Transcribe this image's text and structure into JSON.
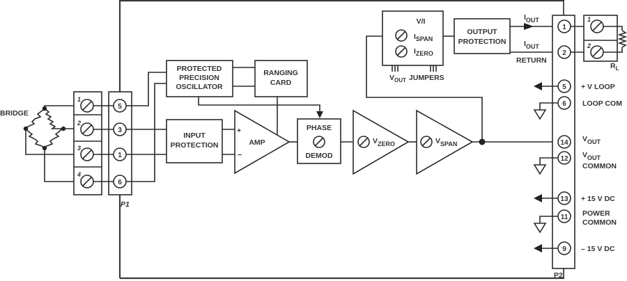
{
  "diagram": {
    "type": "block-diagram",
    "bridge_label": "BRIDGE",
    "p1": {
      "label": "P1",
      "terminal_block_numbers": [
        "1",
        "2",
        "3",
        "4"
      ],
      "pins": [
        "5",
        "3",
        "1",
        "6"
      ]
    },
    "blocks": {
      "oscillator": [
        "PROTECTED",
        "PRECISION",
        "OSCILLATOR"
      ],
      "ranging_card": [
        "RANGING",
        "CARD"
      ],
      "input_protection": [
        "INPUT",
        "PROTECTION"
      ],
      "amp": "AMP",
      "amp_plus": "+",
      "amp_minus": "−",
      "phase_demod": [
        "PHASE",
        "DEMOD"
      ],
      "vzero": {
        "main": "V",
        "sub": "ZERO"
      },
      "vspan": {
        "main": "V",
        "sub": "SPAN"
      },
      "vi": {
        "title": "V/I",
        "ispan": {
          "main": "I",
          "sub": "SPAN"
        },
        "izero": {
          "main": "I",
          "sub": "ZERO"
        }
      },
      "output_protection": [
        "OUTPUT",
        "PROTECTION"
      ],
      "jumpers": {
        "vout_main": "V",
        "vout_sub": "OUT",
        "label": "JUMPERS"
      }
    },
    "iout": {
      "main": "I",
      "sub": "OUT"
    },
    "iout_return": {
      "main": "I",
      "sub": "OUT",
      "label2": "RETURN"
    },
    "load": {
      "terminal_numbers": [
        "1",
        "2"
      ],
      "rl_main": "R",
      "rl_sub": "L"
    },
    "p2": {
      "label": "P2",
      "pins": [
        {
          "num": "1",
          "label": ""
        },
        {
          "num": "2",
          "label": ""
        },
        {
          "num": "5",
          "label": "+ V LOOP"
        },
        {
          "num": "6",
          "label": "LOOP COM"
        },
        {
          "num": "14",
          "label": "V",
          "sub": "OUT"
        },
        {
          "num": "12",
          "label": "V",
          "sub": "OUT",
          "label2": "COMMON"
        },
        {
          "num": "13",
          "label": "+ 15 V DC"
        },
        {
          "num": "11",
          "label": "POWER",
          "label2": "COMMON"
        },
        {
          "num": "9",
          "label": "–  15 V DC"
        }
      ]
    },
    "colors": {
      "line": "#2a2a2a",
      "text": "#333333",
      "background": "#ffffff"
    }
  }
}
